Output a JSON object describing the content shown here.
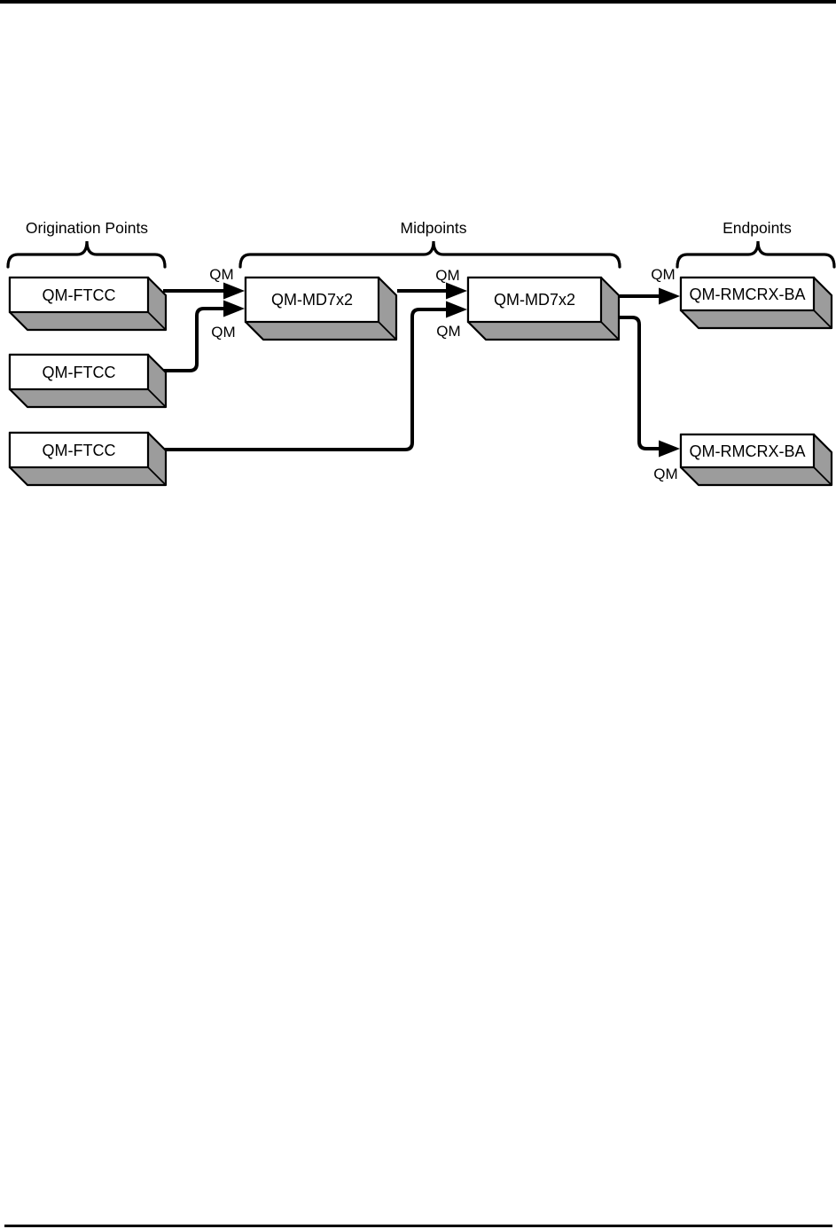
{
  "sections": [
    {
      "id": "origination",
      "label": "Origination Points"
    },
    {
      "id": "midpoints",
      "label": "Midpoints"
    },
    {
      "id": "endpoints",
      "label": "Endpoints"
    }
  ],
  "nodes": [
    {
      "id": "ftcc-1",
      "label": "QM-FTCC",
      "section": "origination"
    },
    {
      "id": "ftcc-2",
      "label": "QM-FTCC",
      "section": "origination"
    },
    {
      "id": "ftcc-3",
      "label": "QM-FTCC",
      "section": "origination"
    },
    {
      "id": "md7x2-1",
      "label": "QM-MD7x2",
      "section": "midpoints"
    },
    {
      "id": "md7x2-2",
      "label": "QM-MD7x2",
      "section": "midpoints"
    },
    {
      "id": "rmcrx-1",
      "label": "QM-RMCRX-BA",
      "section": "endpoints"
    },
    {
      "id": "rmcrx-2",
      "label": "QM-RMCRX-BA",
      "section": "endpoints"
    }
  ],
  "edges": [
    {
      "from": "ftcc-1",
      "to": "md7x2-1",
      "label": "QM"
    },
    {
      "from": "ftcc-2",
      "to": "md7x2-1",
      "label": "QM"
    },
    {
      "from": "md7x2-1",
      "to": "md7x2-2",
      "label": "QM"
    },
    {
      "from": "ftcc-3",
      "to": "md7x2-2",
      "label": "QM"
    },
    {
      "from": "md7x2-2",
      "to": "rmcrx-1",
      "label": "QM"
    },
    {
      "from": "md7x2-2",
      "to": "rmcrx-2",
      "label": "QM"
    }
  ],
  "colors": {
    "box_face": "#ffffff",
    "box_side": "#9c9c9c",
    "outline": "#000000",
    "text": "#000000",
    "background": "#ffffff"
  }
}
